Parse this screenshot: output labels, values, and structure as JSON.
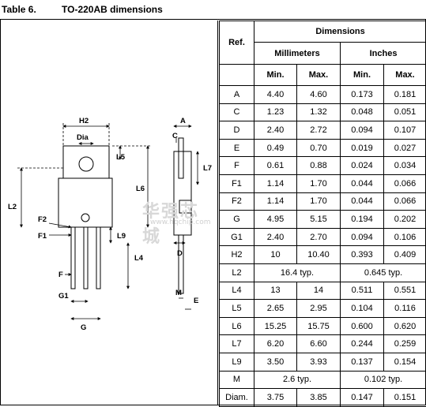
{
  "caption": {
    "number": "Table 6.",
    "title": "TO-220AB dimensions"
  },
  "drawing": {
    "labels": {
      "h2": "H2",
      "dia": "Dia",
      "l5": "L5",
      "l6": "L6",
      "l2": "L2",
      "f2": "F2",
      "f1": "F1",
      "l9": "L9",
      "l4": "L4",
      "f": "F",
      "g1": "G1",
      "g": "G",
      "a": "A",
      "c": "C",
      "l7": "L7",
      "d": "D",
      "m": "M",
      "e": "E"
    },
    "watermark": "华强芯城",
    "watermark_url": "www.hqchip.com"
  },
  "table": {
    "headers": {
      "ref": "Ref.",
      "dimensions": "Dimensions",
      "millimeters": "Millimeters",
      "inches": "Inches",
      "mm_min": "Min.",
      "mm_max": "Max.",
      "in_min": "Min.",
      "in_max": "Max."
    },
    "rows": [
      {
        "ref": "A",
        "mm_min": "4.40",
        "mm_max": "4.60",
        "in_min": "0.173",
        "in_max": "0.181"
      },
      {
        "ref": "C",
        "mm_min": "1.23",
        "mm_max": "1.32",
        "in_min": "0.048",
        "in_max": "0.051"
      },
      {
        "ref": "D",
        "mm_min": "2.40",
        "mm_max": "2.72",
        "in_min": "0.094",
        "in_max": "0.107"
      },
      {
        "ref": "E",
        "mm_min": "0.49",
        "mm_max": "0.70",
        "in_min": "0.019",
        "in_max": "0.027"
      },
      {
        "ref": "F",
        "mm_min": "0.61",
        "mm_max": "0.88",
        "in_min": "0.024",
        "in_max": "0.034"
      },
      {
        "ref": "F1",
        "mm_min": "1.14",
        "mm_max": "1.70",
        "in_min": "0.044",
        "in_max": "0.066"
      },
      {
        "ref": "F2",
        "mm_min": "1.14",
        "mm_max": "1.70",
        "in_min": "0.044",
        "in_max": "0.066"
      },
      {
        "ref": "G",
        "mm_min": "4.95",
        "mm_max": "5.15",
        "in_min": "0.194",
        "in_max": "0.202"
      },
      {
        "ref": "G1",
        "mm_min": "2.40",
        "mm_max": "2.70",
        "in_min": "0.094",
        "in_max": "0.106"
      },
      {
        "ref": "H2",
        "mm_min": "10",
        "mm_max": "10.40",
        "in_min": "0.393",
        "in_max": "0.409"
      },
      {
        "ref": "L2",
        "mm_typ": "16.4 typ.",
        "in_typ": "0.645 typ."
      },
      {
        "ref": "L4",
        "mm_min": "13",
        "mm_max": "14",
        "in_min": "0.511",
        "in_max": "0.551"
      },
      {
        "ref": "L5",
        "mm_min": "2.65",
        "mm_max": "2.95",
        "in_min": "0.104",
        "in_max": "0.116"
      },
      {
        "ref": "L6",
        "mm_min": "15.25",
        "mm_max": "15.75",
        "in_min": "0.600",
        "in_max": "0.620"
      },
      {
        "ref": "L7",
        "mm_min": "6.20",
        "mm_max": "6.60",
        "in_min": "0.244",
        "in_max": "0.259"
      },
      {
        "ref": "L9",
        "mm_min": "3.50",
        "mm_max": "3.93",
        "in_min": "0.137",
        "in_max": "0.154"
      },
      {
        "ref": "M",
        "mm_typ": "2.6 typ.",
        "in_typ": "0.102 typ."
      },
      {
        "ref": "Diam.",
        "mm_min": "3.75",
        "mm_max": "3.85",
        "in_min": "0.147",
        "in_max": "0.151"
      }
    ]
  }
}
